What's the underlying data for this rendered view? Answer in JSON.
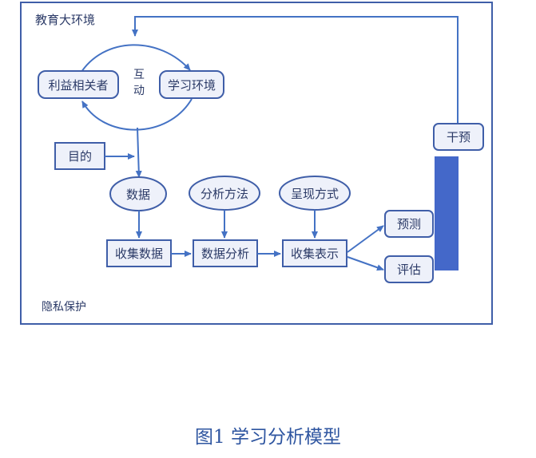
{
  "frame": {
    "environment_label": "教育大环境",
    "privacy_label": "隐私保护"
  },
  "interaction": {
    "stakeholders": "利益相关者",
    "learning_env": "学习环境",
    "label_line1": "互",
    "label_line2": "动"
  },
  "goal": "目的",
  "bubbles": {
    "data": "数据",
    "methods": "分析方法",
    "presentation": "呈现方式"
  },
  "process": {
    "collect": "收集数据",
    "analyze": "数据分析",
    "represent": "收集表示"
  },
  "outputs": {
    "predict": "预测",
    "evaluate": "评估",
    "intervene": "干预"
  },
  "caption": "图1  学习分析模型",
  "colors": {
    "border": "#3f5ea8",
    "arrow": "#4472c4",
    "text": "#2b3a67",
    "fill_light": "#eef1fa",
    "bar": "#4468c9",
    "caption": "#2e55a0"
  }
}
